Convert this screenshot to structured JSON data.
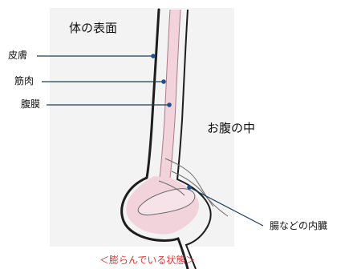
{
  "labels": {
    "body_surface": "体の表面",
    "skin": "皮膚",
    "muscle": "筋肉",
    "peritoneum": "腹膜",
    "abdomen_inside": "お腹の中",
    "organs": "腸などの内臓"
  },
  "caption": "＜膨らんでいる状態＞",
  "colors": {
    "panel_bg": "#f3f3f3",
    "outline": "#1d1d1d",
    "muscle_fill": "#f2d3dc",
    "muscle_edge": "#a77c88",
    "leader_line": "#1f3d5a",
    "dot": "#1f4e8a",
    "caption": "#d63b3b"
  }
}
